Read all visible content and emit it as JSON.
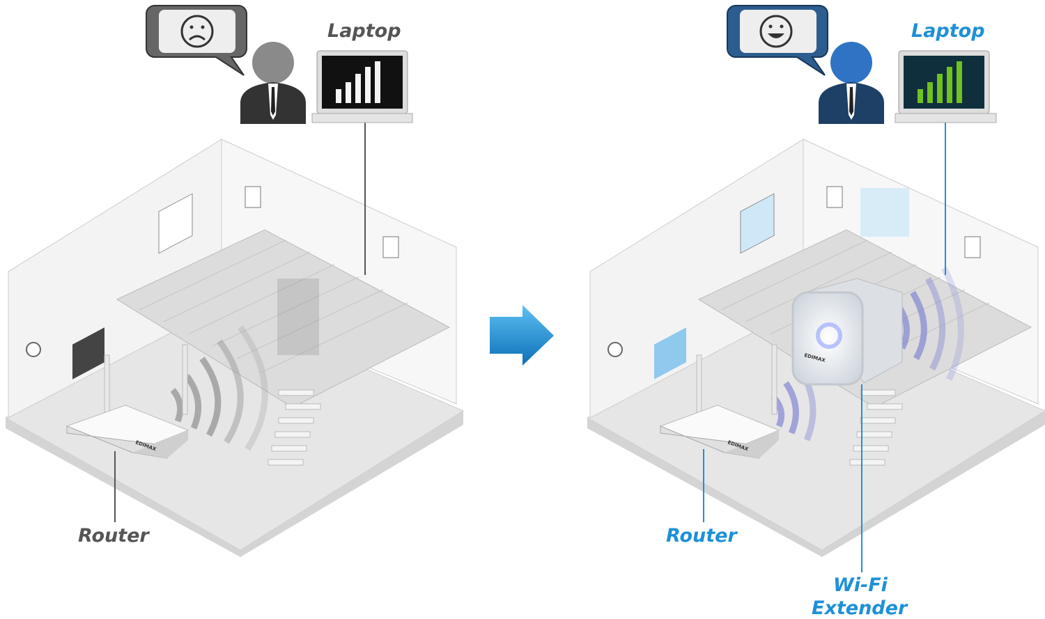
{
  "colors": {
    "before_label": "#555555",
    "after_label": "#1e90d8",
    "arrow": "#1e8fd8",
    "wall": "#f2f2f2",
    "floor": "#e4e4e4"
  },
  "before": {
    "laptop_label": "Laptop",
    "router_label": "Router",
    "user_mood": "sad",
    "icons": [
      "sad-face-speech-bubble-icon",
      "person-icon",
      "laptop-weak-signal-icon",
      "router-icon",
      "wifi-waves-icon"
    ]
  },
  "transition": {
    "icon": "arrow-right-icon"
  },
  "after": {
    "laptop_label": "Laptop",
    "router_label": "Router",
    "extender_label_line1": "Wi-Fi",
    "extender_label_line2": "Extender",
    "user_mood": "happy",
    "icons": [
      "happy-face-speech-bubble-icon",
      "person-icon",
      "laptop-strong-signal-icon",
      "router-icon",
      "wifi-extender-icon",
      "wifi-waves-icon"
    ]
  },
  "brand": "EDIMAX"
}
